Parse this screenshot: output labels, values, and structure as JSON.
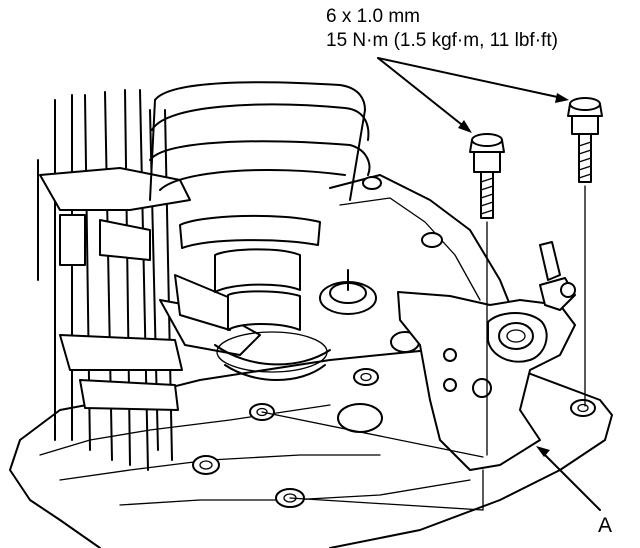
{
  "labels": {
    "bolt_size": "6 x 1.0 mm",
    "torque_spec": "15 N·m (1.5 kgf·m, 11 lbf·ft)",
    "callout": "A"
  },
  "colors": {
    "ink": "#000000",
    "paper": "#ffffff"
  }
}
